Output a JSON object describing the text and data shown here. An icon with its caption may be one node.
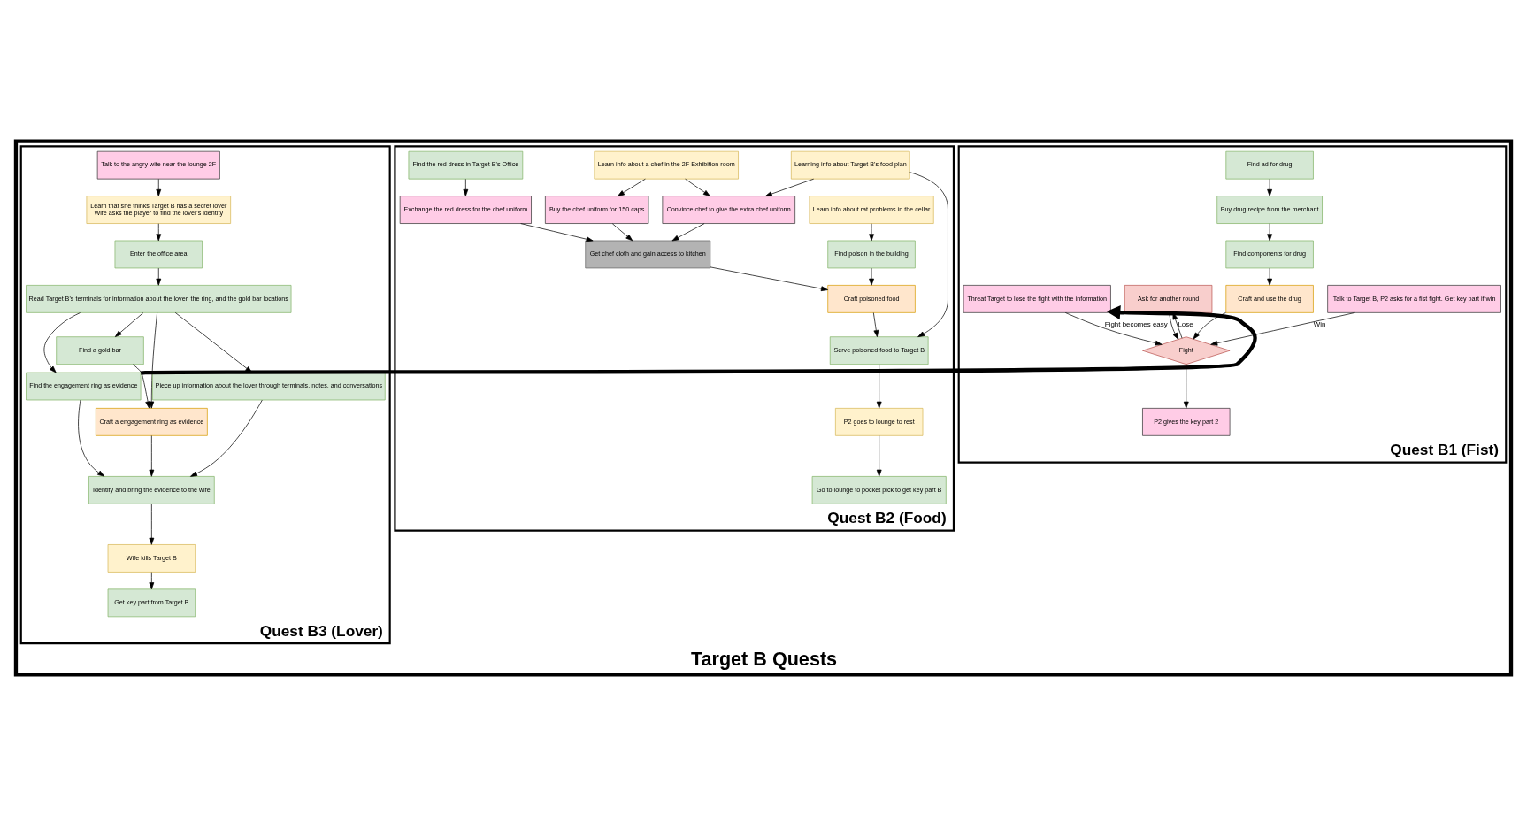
{
  "diagram": {
    "nodes": [
      {
        "text": [
          "Target B Quests"
        ]
      },
      {
        "text": [
          "Quest B1 (Fist)"
        ],
        "in": 0
      },
      {
        "text": [
          "Talk to Target B, P2 asks for a fist fight. Get key part if win"
        ],
        "in": 1
      },
      {
        "text": [
          "Find ad for drug"
        ],
        "in": 1
      },
      {
        "text": [
          "Buy drug recipe from the merchant"
        ],
        "in": 1
      },
      {
        "text": [
          "Find components for drug"
        ],
        "in": 1
      },
      {
        "text": [
          "Craft and use the drug"
        ],
        "in": 1
      },
      {
        "text": [
          "Ask for another round"
        ],
        "in": 1
      },
      {
        "text": [
          "Threat Target to lose the fight with the information"
        ],
        "in": 1
      },
      {
        "text": [
          "Fight"
        ],
        "in": 1
      },
      {
        "text": [
          "P2 gives the key part 2"
        ],
        "in": 1
      },
      {
        "text": [
          "Quest B2 (Food)"
        ],
        "in": 0
      },
      {
        "text": [
          "Learning info about Target B's food plan"
        ],
        "in": 11
      },
      {
        "text": [
          "Learn info about a chef in the 2F Exhibition room"
        ],
        "in": 11
      },
      {
        "text": [
          "Find the red dress in Target B's Office"
        ],
        "in": 11
      },
      {
        "text": [
          "Convince chef to give the extra chef uniform"
        ],
        "in": 11
      },
      {
        "text": [
          "Buy the chef uniform for 150 caps"
        ],
        "in": 11
      },
      {
        "text": [
          "Exchange the red dress for the chef uniform"
        ],
        "in": 11
      },
      {
        "text": [
          "Learn info about rat problems in the cellar"
        ],
        "in": 11
      },
      {
        "text": [
          "Get chef cloth and gain access to kitchen"
        ],
        "in": 11
      },
      {
        "text": [
          "Find poison in the building"
        ],
        "in": 11
      },
      {
        "text": [
          "Craft poisoned food"
        ],
        "in": 11
      },
      {
        "text": [
          "Serve poisoned food to Target B"
        ],
        "in": 11
      },
      {
        "text": [
          "P2 goes to lounge to rest"
        ],
        "in": 11
      },
      {
        "text": [
          "Go to lounge to pocket pick to get key part B"
        ],
        "in": 11
      },
      {
        "text": [
          "Quest B3 (Lover)"
        ],
        "in": 0
      },
      {
        "text": [
          "Talk to the angry wife near the lounge 2F"
        ],
        "in": 25
      },
      {
        "text": [
          "Learn that she thinks Target B has a secret lover",
          "Wife asks the player to find the lover's identity"
        ],
        "in": 25
      },
      {
        "text": [
          "Enter the office area"
        ],
        "in": 25
      },
      {
        "text": [
          "Read Target B's terminals for information about the lover, the ring, and the gold bar locations"
        ],
        "in": 25
      },
      {
        "text": [
          "Find a gold bar"
        ],
        "in": 25
      },
      {
        "text": [
          "Find the engagement ring as evidence"
        ],
        "in": 25
      },
      {
        "text": [
          "Craft a engagement ring as evidence"
        ],
        "in": 25
      },
      {
        "text": [
          "Piece up information about the lover through terminals, notes, and conversations"
        ],
        "in": 25
      },
      {
        "text": [
          "Identify and bring the evidence to the wife"
        ],
        "in": 25
      },
      {
        "text": [
          "Wife kills Target B"
        ],
        "in": 25
      },
      {
        "text": [
          "Get key part from Target B"
        ],
        "in": 25
      }
    ],
    "edges": [
      {
        "from": 2,
        "to": 9,
        "arrow": "to",
        "label": "Win"
      },
      {
        "from": 9,
        "to": 7,
        "arrow": "to",
        "label": "Lose"
      },
      {
        "from": 7,
        "to": 9,
        "arrow": "to"
      },
      {
        "from": 8,
        "to": 9,
        "arrow": "to",
        "label": "Fight becomes easy"
      },
      {
        "from": 3,
        "to": 4,
        "arrow": "to"
      },
      {
        "from": 4,
        "to": 5,
        "arrow": "to"
      },
      {
        "from": 5,
        "to": 6,
        "arrow": "to"
      },
      {
        "from": 6,
        "to": 9,
        "arrow": "to"
      },
      {
        "from": 9,
        "to": 10,
        "arrow": "to"
      },
      {
        "from": 12,
        "to": 15,
        "arrow": "to"
      },
      {
        "from": 13,
        "to": 15,
        "arrow": "to"
      },
      {
        "from": 13,
        "to": 16,
        "arrow": "to"
      },
      {
        "from": 14,
        "to": 17,
        "arrow": "to"
      },
      {
        "from": 15,
        "to": 19,
        "arrow": "to"
      },
      {
        "from": 16,
        "to": 19,
        "arrow": "to"
      },
      {
        "from": 17,
        "to": 19,
        "arrow": "to"
      },
      {
        "from": 18,
        "to": 20,
        "arrow": "to"
      },
      {
        "from": 19,
        "to": 21,
        "arrow": "to"
      },
      {
        "from": 20,
        "to": 21,
        "arrow": "to"
      },
      {
        "from": 12,
        "to": 22,
        "arrow": "to"
      },
      {
        "from": 21,
        "to": 22,
        "arrow": "to"
      },
      {
        "from": 22,
        "to": 23,
        "arrow": "to"
      },
      {
        "from": 23,
        "to": 24,
        "arrow": "to"
      },
      {
        "from": 26,
        "to": 27,
        "arrow": "to"
      },
      {
        "from": 27,
        "to": 28,
        "arrow": "to"
      },
      {
        "from": 28,
        "to": 29,
        "arrow": "to"
      },
      {
        "from": 29,
        "to": 30,
        "arrow": "to"
      },
      {
        "from": 29,
        "to": 31,
        "arrow": "to"
      },
      {
        "from": 29,
        "to": 32,
        "arrow": "to"
      },
      {
        "from": 29,
        "to": 33,
        "arrow": "to"
      },
      {
        "from": 30,
        "to": 32,
        "arrow": "to"
      },
      {
        "from": 31,
        "to": 34,
        "arrow": "to"
      },
      {
        "from": 33,
        "to": 34,
        "arrow": "to"
      },
      {
        "from": 32,
        "to": 34,
        "arrow": "to"
      },
      {
        "from": 34,
        "to": 35,
        "arrow": "to"
      },
      {
        "from": 35,
        "to": 36,
        "arrow": "to"
      },
      {
        "from": 31,
        "to": 8,
        "arrow": "to",
        "style": "thick"
      }
    ]
  }
}
